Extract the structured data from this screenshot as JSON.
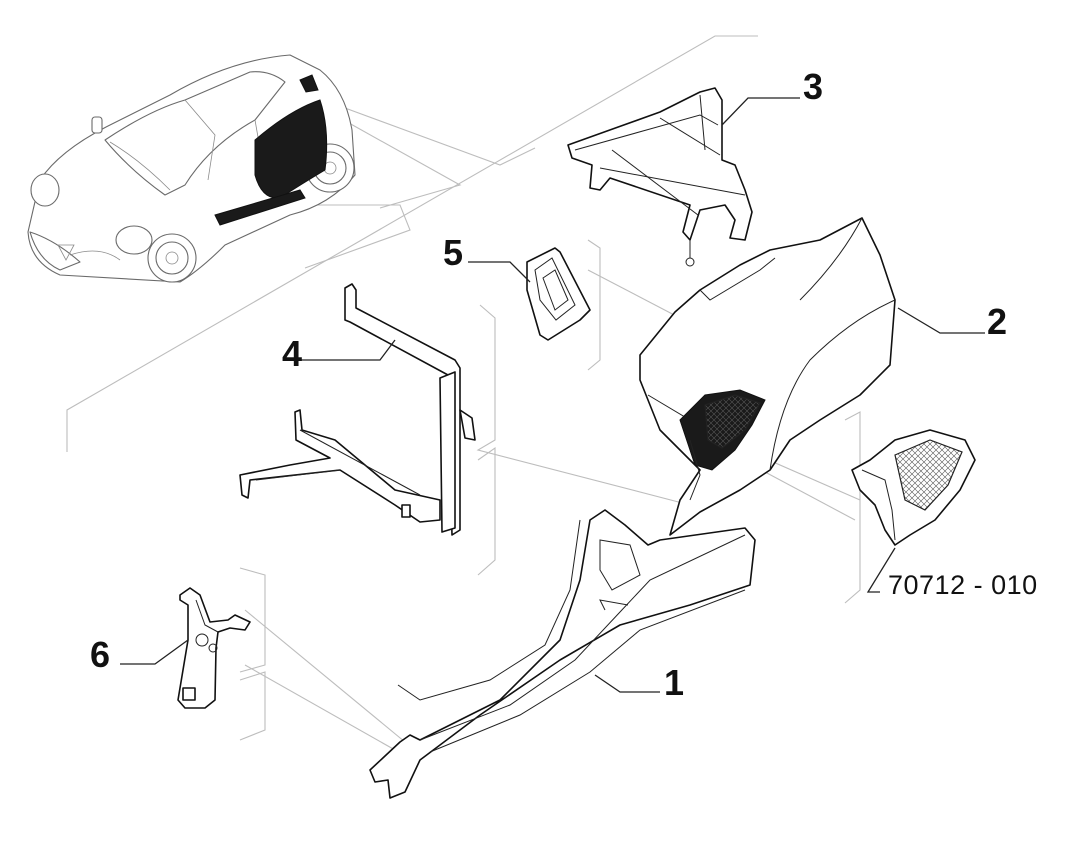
{
  "diagram": {
    "reference_code": "70712 - 010",
    "parts": [
      {
        "id": "1",
        "label": "1"
      },
      {
        "id": "2",
        "label": "2"
      },
      {
        "id": "3",
        "label": "3"
      },
      {
        "id": "4",
        "label": "4"
      },
      {
        "id": "5",
        "label": "5"
      },
      {
        "id": "6",
        "label": "6"
      }
    ]
  },
  "colors": {
    "line": "#111111",
    "guide": "#bdbdbd",
    "background": "#ffffff"
  }
}
